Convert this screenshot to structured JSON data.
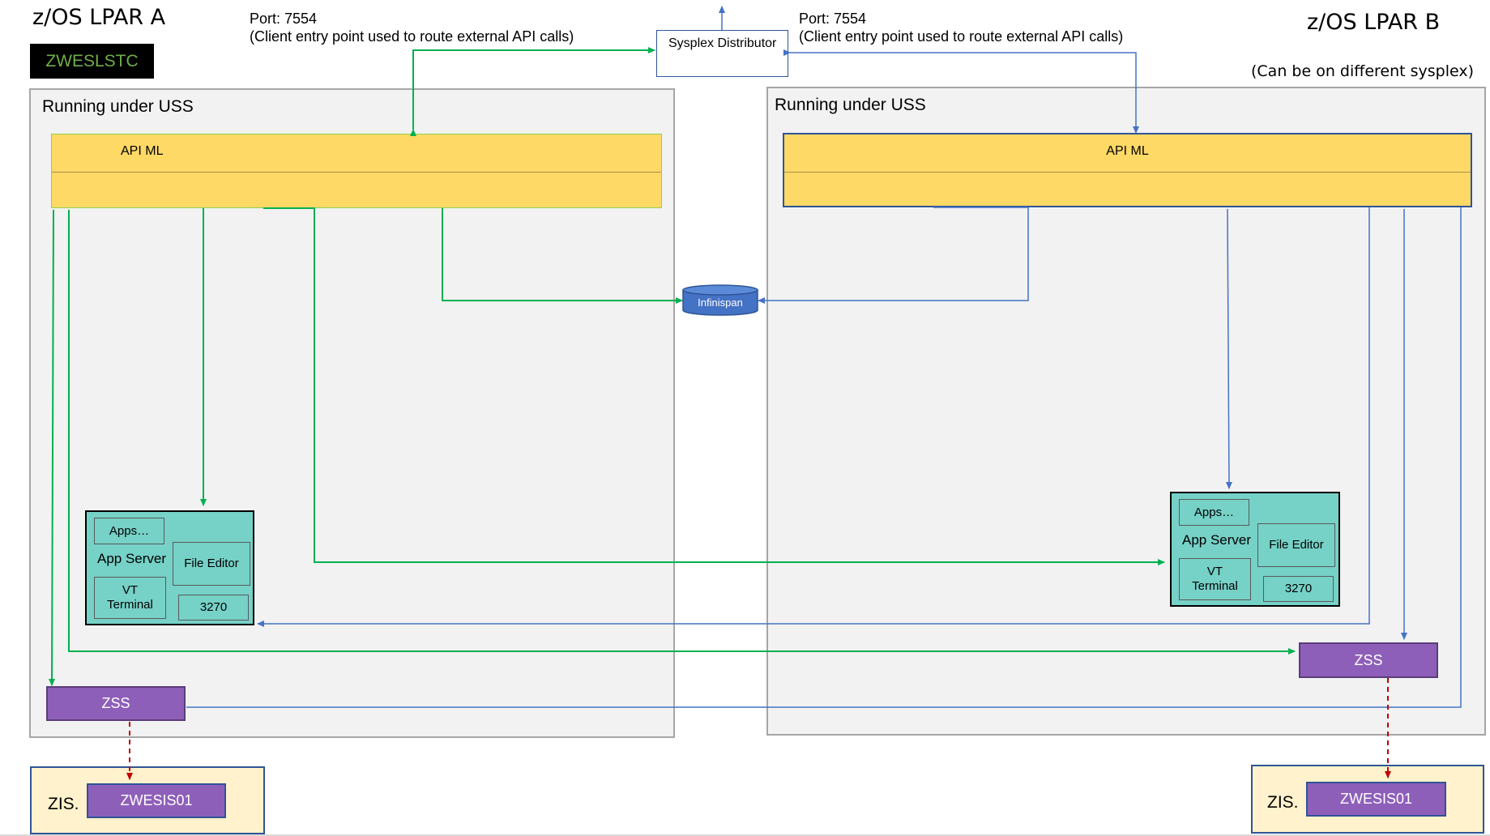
{
  "lpar_a": {
    "title": "z/OS LPAR A",
    "badge": "ZWESLSTC",
    "port_line1": "Port: 7554",
    "port_line2": "(Client entry point used to route external API calls)",
    "uss_label": "Running under USS",
    "apiml": "API ML",
    "app_server": {
      "apps": "Apps…",
      "label": "App Server",
      "file_editor": "File Editor",
      "vt_terminal": "VT Terminal",
      "tn3270": "3270"
    },
    "zss": "ZSS",
    "zis_label": "ZIS.",
    "zis_name": "ZWESIS01"
  },
  "lpar_b": {
    "title": "z/OS LPAR B",
    "note": "(Can be on different sysplex)",
    "port_line1": "Port: 7554",
    "port_line2": "(Client entry point used to route external API calls)",
    "uss_label": "Running under USS",
    "apiml": "API ML",
    "app_server": {
      "apps": "Apps…",
      "label": "App Server",
      "file_editor": "File Editor",
      "vt_terminal": "VT Terminal",
      "tn3270": "3270"
    },
    "zss": "ZSS",
    "zis_label": "ZIS.",
    "zis_name": "ZWESIS01"
  },
  "sysplex_distributor": "Sysplex Distributor",
  "infinispan": "Infinispan",
  "colors": {
    "green": "#00b050",
    "blue": "#4472c4",
    "red": "#c00000",
    "yellow": "#ffd966",
    "teal": "#76d1c7",
    "purple": "#8e5fb9",
    "gray": "#f2f2f2"
  }
}
